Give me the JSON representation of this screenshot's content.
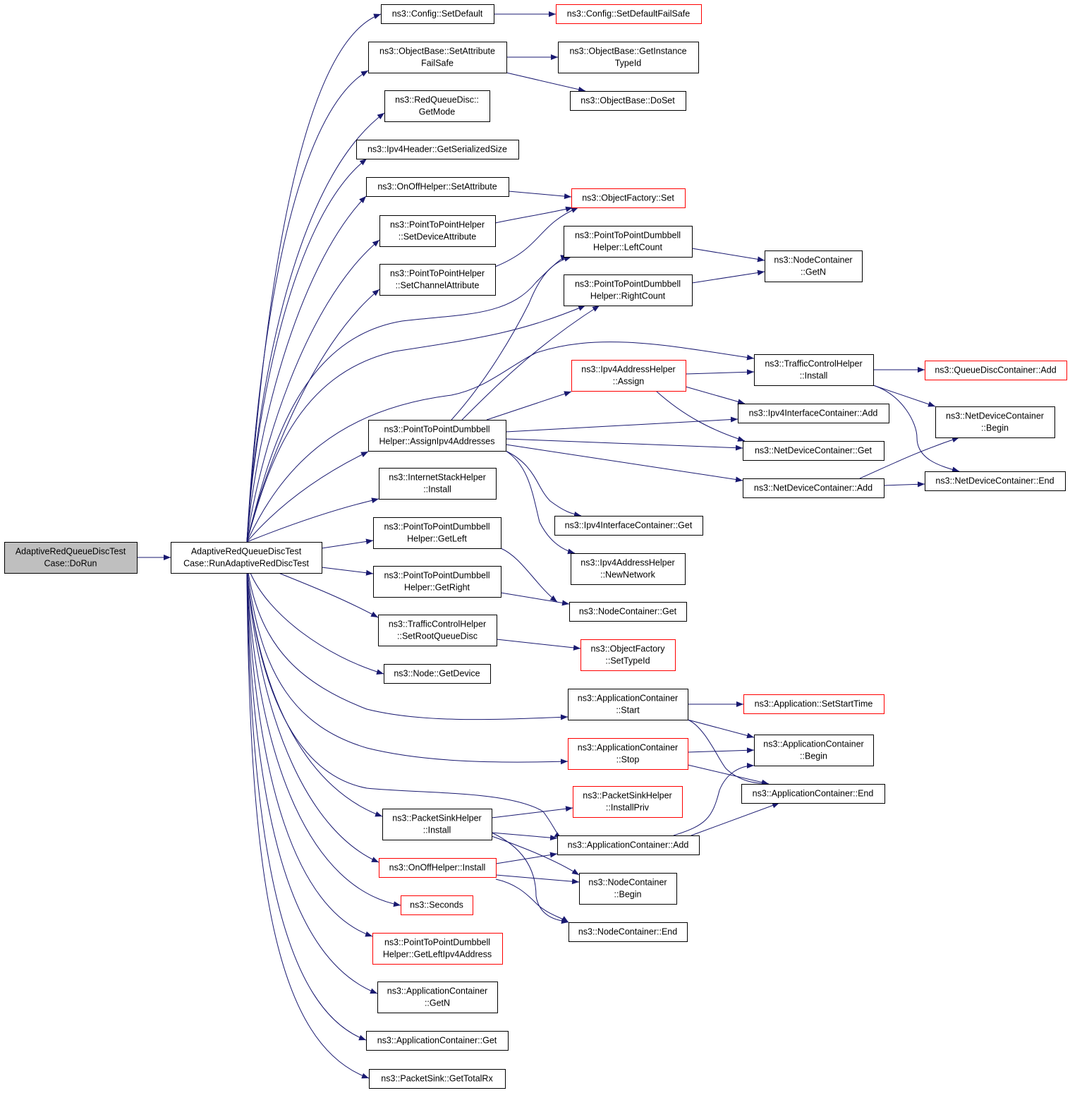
{
  "diagram": {
    "colors": {
      "edge": "#191970",
      "border": "#000000",
      "truncated_border": "#ff0000",
      "root_fill": "#bfbfbf",
      "fill": "#ffffff"
    },
    "nodes": [
      {
        "id": "doRun",
        "lines": [
          "AdaptiveRedQueueDiscTest",
          "Case::DoRun"
        ],
        "style": "root"
      },
      {
        "id": "runTest",
        "lines": [
          "AdaptiveRedQueueDiscTest",
          "Case::RunAdaptiveRedDiscTest"
        ],
        "style": "normal"
      },
      {
        "id": "cfgSetDefault",
        "lines": [
          "ns3::Config::SetDefault"
        ],
        "style": "normal"
      },
      {
        "id": "cfgSetDefaultFS",
        "lines": [
          "ns3::Config::SetDefaultFailSafe"
        ],
        "style": "truncated"
      },
      {
        "id": "obSetAttrFS",
        "lines": [
          "ns3::ObjectBase::SetAttribute",
          "FailSafe"
        ],
        "style": "normal"
      },
      {
        "id": "obGetInstTypeId",
        "lines": [
          "ns3::ObjectBase::GetInstance",
          "TypeId"
        ],
        "style": "normal"
      },
      {
        "id": "obDoSet",
        "lines": [
          "ns3::ObjectBase::DoSet"
        ],
        "style": "normal"
      },
      {
        "id": "redGetMode",
        "lines": [
          "ns3::RedQueueDisc::",
          "GetMode"
        ],
        "style": "normal"
      },
      {
        "id": "ipv4HdrSize",
        "lines": [
          "ns3::Ipv4Header::GetSerializedSize"
        ],
        "style": "normal"
      },
      {
        "id": "onoffSetAttr",
        "lines": [
          "ns3::OnOffHelper::SetAttribute"
        ],
        "style": "normal"
      },
      {
        "id": "ofSet",
        "lines": [
          "ns3::ObjectFactory::Set"
        ],
        "style": "truncated"
      },
      {
        "id": "p2pSetDevAttr",
        "lines": [
          "ns3::PointToPointHelper",
          "::SetDeviceAttribute"
        ],
        "style": "normal"
      },
      {
        "id": "p2pSetChanAttr",
        "lines": [
          "ns3::PointToPointHelper",
          "::SetChannelAttribute"
        ],
        "style": "normal"
      },
      {
        "id": "dbLeftCount",
        "lines": [
          "ns3::PointToPointDumbbell",
          "Helper::LeftCount"
        ],
        "style": "normal"
      },
      {
        "id": "dbRightCount",
        "lines": [
          "ns3::PointToPointDumbbell",
          "Helper::RightCount"
        ],
        "style": "normal"
      },
      {
        "id": "ncGetN",
        "lines": [
          "ns3::NodeContainer",
          "::GetN"
        ],
        "style": "normal"
      },
      {
        "id": "tchInstall",
        "lines": [
          "ns3::TrafficControlHelper",
          "::Install"
        ],
        "style": "normal"
      },
      {
        "id": "qdcAdd",
        "lines": [
          "ns3::QueueDiscContainer::Add"
        ],
        "style": "truncated"
      },
      {
        "id": "ipv4AddrAssign",
        "lines": [
          "ns3::Ipv4AddressHelper",
          "::Assign"
        ],
        "style": "truncated"
      },
      {
        "id": "ipv4IfcAdd",
        "lines": [
          "ns3::Ipv4InterfaceContainer::Add"
        ],
        "style": "normal"
      },
      {
        "id": "ndcBegin",
        "lines": [
          "ns3::NetDeviceContainer",
          "::Begin"
        ],
        "style": "normal"
      },
      {
        "id": "dbAssignIpv4",
        "lines": [
          "ns3::PointToPointDumbbell",
          "Helper::AssignIpv4Addresses"
        ],
        "style": "normal"
      },
      {
        "id": "ndcGet",
        "lines": [
          "ns3::NetDeviceContainer::Get"
        ],
        "style": "normal"
      },
      {
        "id": "ndcAdd",
        "lines": [
          "ns3::NetDeviceContainer::Add"
        ],
        "style": "normal"
      },
      {
        "id": "ndcEnd",
        "lines": [
          "ns3::NetDeviceContainer::End"
        ],
        "style": "normal"
      },
      {
        "id": "ishInstall",
        "lines": [
          "ns3::InternetStackHelper",
          "::Install"
        ],
        "style": "normal"
      },
      {
        "id": "ipv4IfcGet",
        "lines": [
          "ns3::Ipv4InterfaceContainer::Get"
        ],
        "style": "normal"
      },
      {
        "id": "dbGetLeft",
        "lines": [
          "ns3::PointToPointDumbbell",
          "Helper::GetLeft"
        ],
        "style": "normal"
      },
      {
        "id": "ipv4NewNet",
        "lines": [
          "ns3::Ipv4AddressHelper",
          "::NewNetwork"
        ],
        "style": "normal"
      },
      {
        "id": "dbGetRight",
        "lines": [
          "ns3::PointToPointDumbbell",
          "Helper::GetRight"
        ],
        "style": "normal"
      },
      {
        "id": "ncGet",
        "lines": [
          "ns3::NodeContainer::Get"
        ],
        "style": "normal"
      },
      {
        "id": "tchSetRoot",
        "lines": [
          "ns3::TrafficControlHelper",
          "::SetRootQueueDisc"
        ],
        "style": "normal"
      },
      {
        "id": "ofSetTypeId",
        "lines": [
          "ns3::ObjectFactory",
          "::SetTypeId"
        ],
        "style": "truncated"
      },
      {
        "id": "nodeGetDevice",
        "lines": [
          "ns3::Node::GetDevice"
        ],
        "style": "normal"
      },
      {
        "id": "acStart",
        "lines": [
          "ns3::ApplicationContainer",
          "::Start"
        ],
        "style": "normal"
      },
      {
        "id": "appSetStart",
        "lines": [
          "ns3::Application::SetStartTime"
        ],
        "style": "truncated"
      },
      {
        "id": "acBegin",
        "lines": [
          "ns3::ApplicationContainer",
          "::Begin"
        ],
        "style": "normal"
      },
      {
        "id": "acStop",
        "lines": [
          "ns3::ApplicationContainer",
          "::Stop"
        ],
        "style": "truncated"
      },
      {
        "id": "acEnd",
        "lines": [
          "ns3::ApplicationContainer::End"
        ],
        "style": "normal"
      },
      {
        "id": "pshInstallPriv",
        "lines": [
          "ns3::PacketSinkHelper",
          "::InstallPriv"
        ],
        "style": "truncated"
      },
      {
        "id": "pshInstall",
        "lines": [
          "ns3::PacketSinkHelper",
          "::Install"
        ],
        "style": "normal"
      },
      {
        "id": "acAdd",
        "lines": [
          "ns3::ApplicationContainer::Add"
        ],
        "style": "normal"
      },
      {
        "id": "onoffInstall",
        "lines": [
          "ns3::OnOffHelper::Install"
        ],
        "style": "truncated"
      },
      {
        "id": "ncBegin",
        "lines": [
          "ns3::NodeContainer",
          "::Begin"
        ],
        "style": "normal"
      },
      {
        "id": "seconds",
        "lines": [
          "ns3::Seconds"
        ],
        "style": "truncated"
      },
      {
        "id": "ncEnd",
        "lines": [
          "ns3::NodeContainer::End"
        ],
        "style": "normal"
      },
      {
        "id": "dbGetLeftIpv4",
        "lines": [
          "ns3::PointToPointDumbbell",
          "Helper::GetLeftIpv4Address"
        ],
        "style": "truncated"
      },
      {
        "id": "acGetN",
        "lines": [
          "ns3::ApplicationContainer",
          "::GetN"
        ],
        "style": "normal"
      },
      {
        "id": "acGet",
        "lines": [
          "ns3::ApplicationContainer::Get"
        ],
        "style": "normal"
      },
      {
        "id": "psGetTotalRx",
        "lines": [
          "ns3::PacketSink::GetTotalRx"
        ],
        "style": "normal"
      }
    ]
  }
}
